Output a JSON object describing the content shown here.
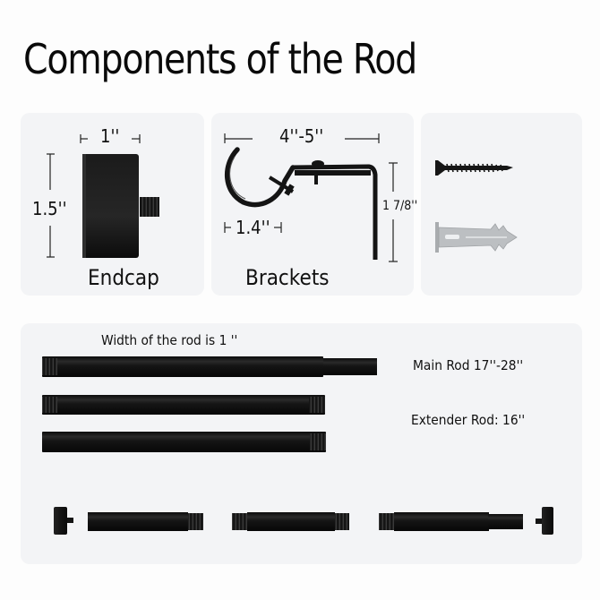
{
  "title": "Components of the Rod",
  "colors": {
    "background": "#fdfdfd",
    "panel": "#f3f4f6",
    "metal": "#161616",
    "anchor": "#b9bcbf",
    "text": "#111111"
  },
  "panels": {
    "endcap": {
      "label": "Endcap",
      "width_dim": "1''",
      "height_dim": "1.5''"
    },
    "brackets": {
      "label": "Brackets",
      "width_dim": "4''-5''",
      "hook_dim": "1.4''",
      "height_dim": "1 7/8''"
    },
    "hardware": {
      "items": [
        "screw-icon",
        "wall-anchor-icon"
      ]
    },
    "rods": {
      "width_note": "Width of the rod is 1 ''",
      "main_rod_label": "Main Rod 17''-28''",
      "extender_rod_label": "Extender Rod: 16''",
      "assembly": [
        "endcap",
        "extender-rod",
        "extender-rod",
        "main-rod",
        "endcap"
      ]
    }
  }
}
